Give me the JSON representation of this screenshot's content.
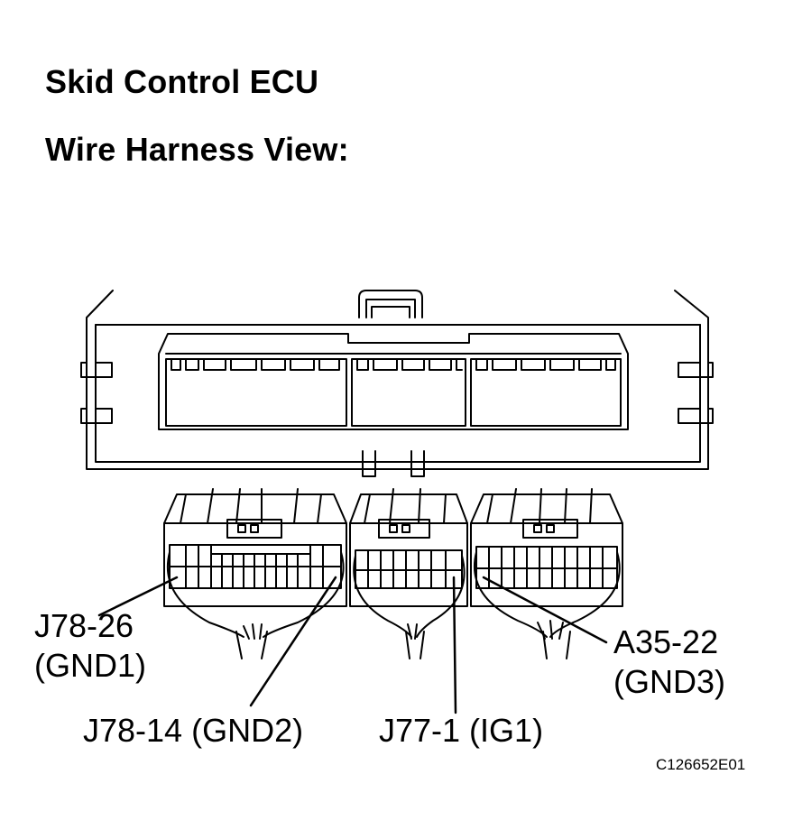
{
  "header": {
    "title": "Skid Control ECU",
    "subtitle": "Wire Harness View:"
  },
  "callouts": {
    "j78_26": {
      "line1": "J78-26",
      "line2": "(GND1)"
    },
    "j78_14": {
      "text": "J78-14 (GND2)"
    },
    "j77_1": {
      "text": "J77-1 (IG1)"
    },
    "a35_22": {
      "line1": "A35-22",
      "line2": "(GND3)"
    }
  },
  "figure_code": "C126652E01"
}
